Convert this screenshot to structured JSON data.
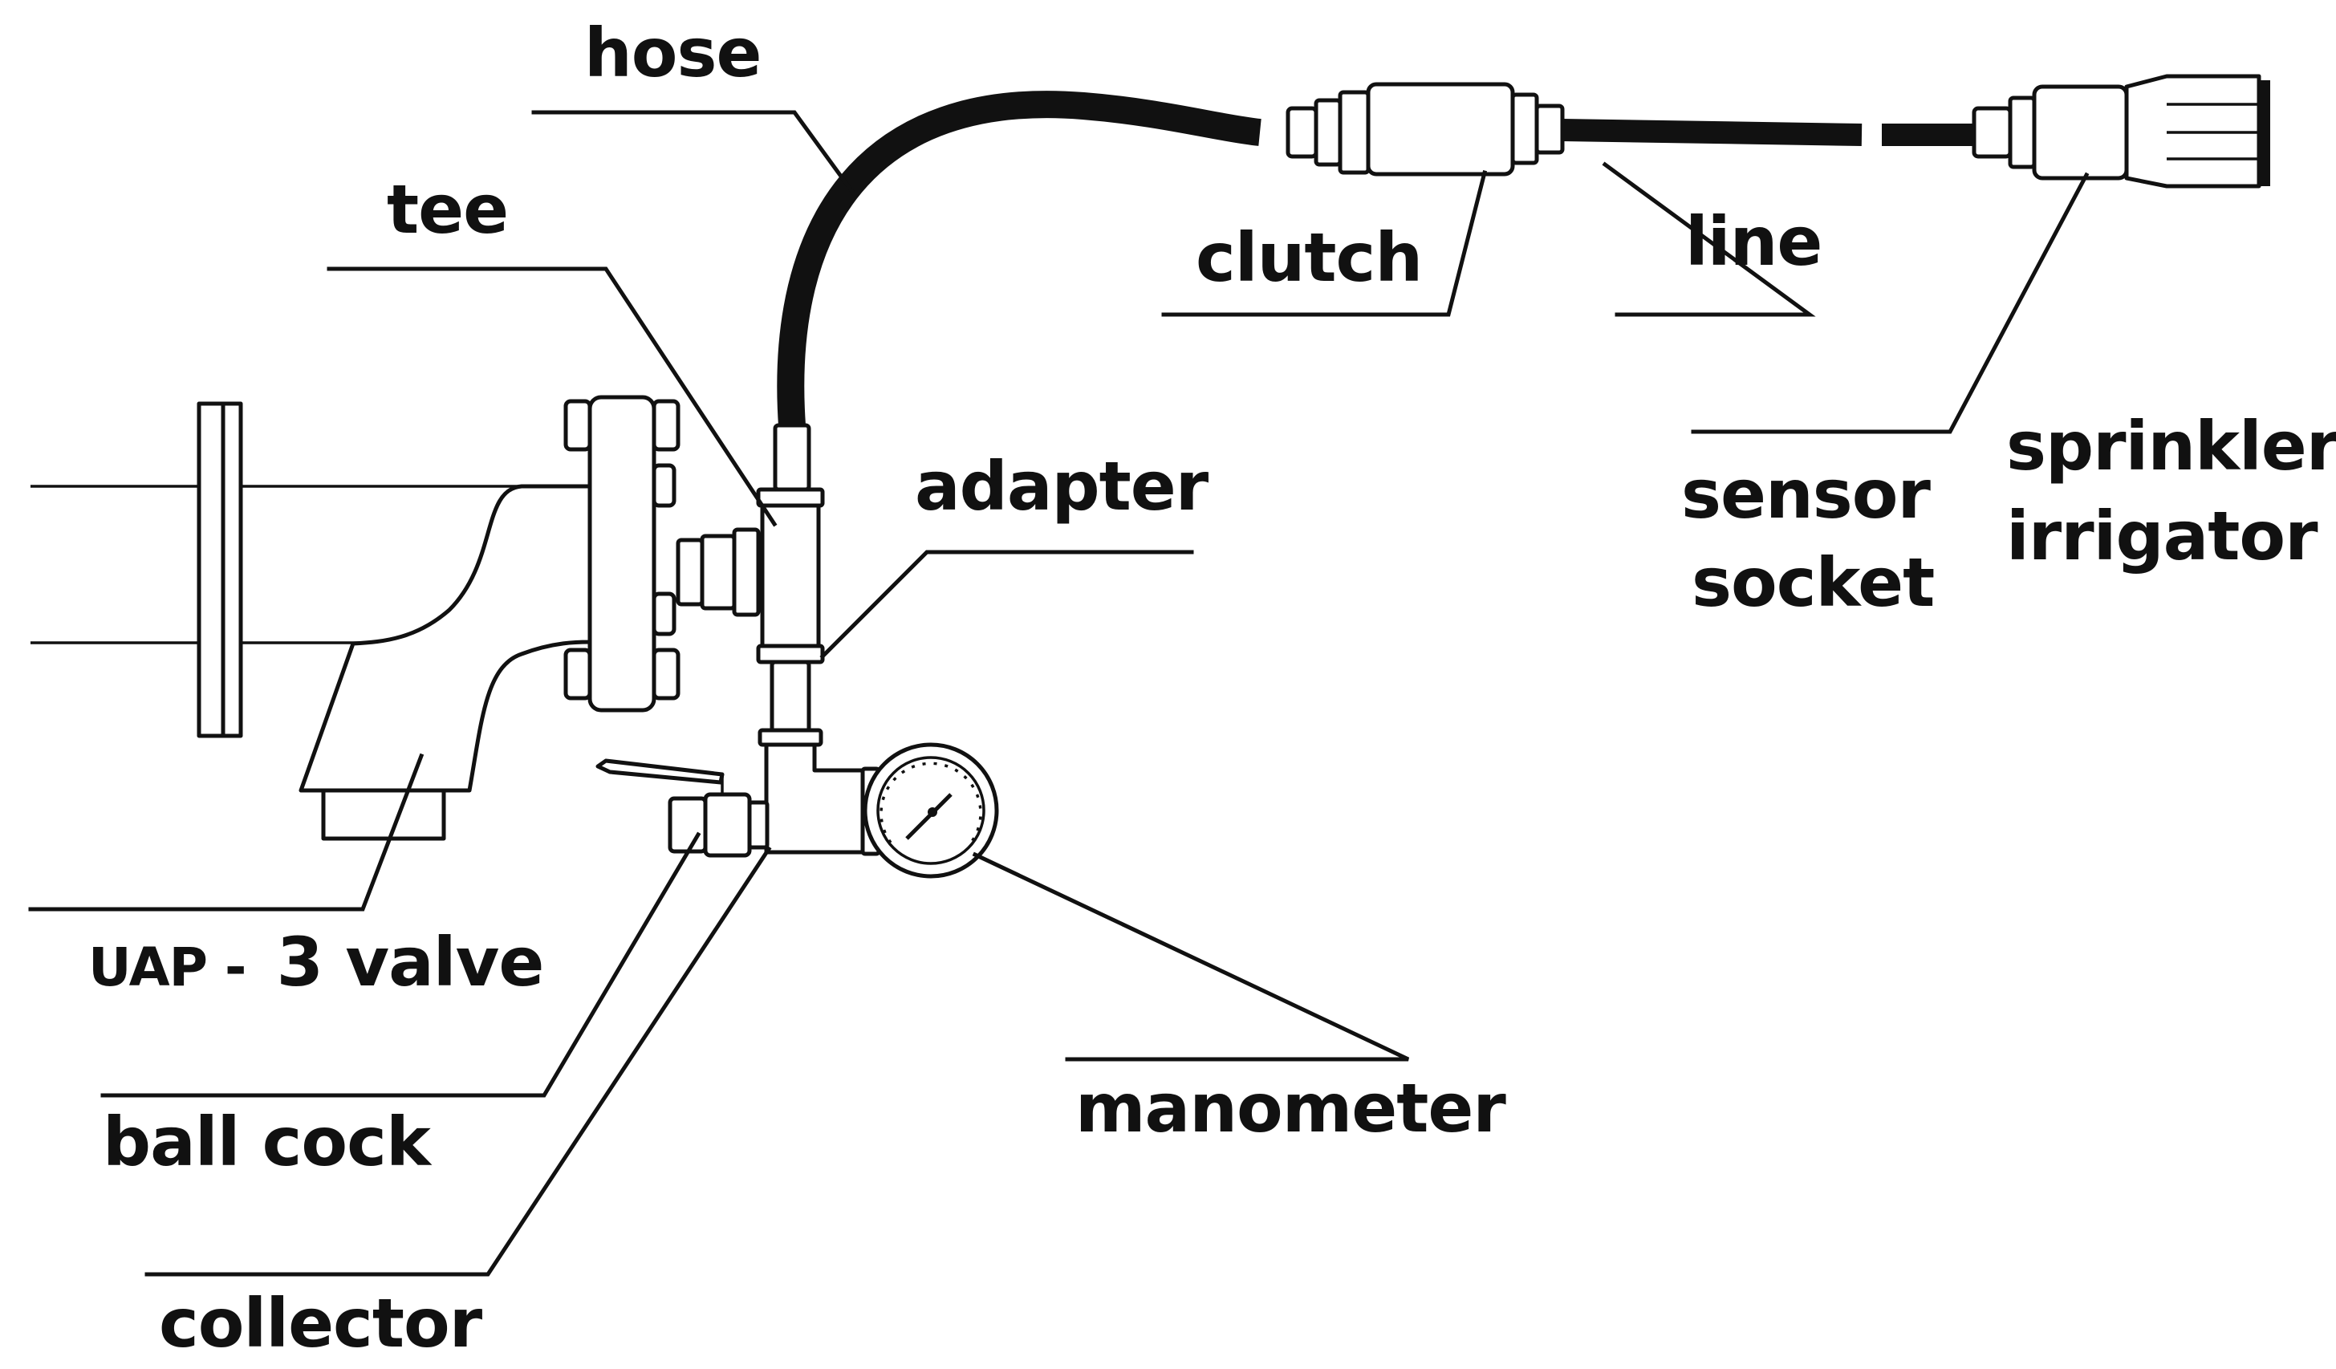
{
  "labels": {
    "hose": "hose",
    "tee": "tee",
    "clutch": "clutch",
    "line": "line",
    "adapter": "adapter",
    "sensor_line1": "sensor",
    "sensor_line2": "socket",
    "sprinkler_line1": "sprinkler",
    "sprinkler_line2": "irrigator",
    "valve_prefix": "UAP -",
    "valve_suffix": "3 valve",
    "ball_cock": "ball cock",
    "manometer": "manometer",
    "collector": "collector"
  },
  "colors": {
    "ink": "#111111",
    "background": "#ffffff"
  }
}
